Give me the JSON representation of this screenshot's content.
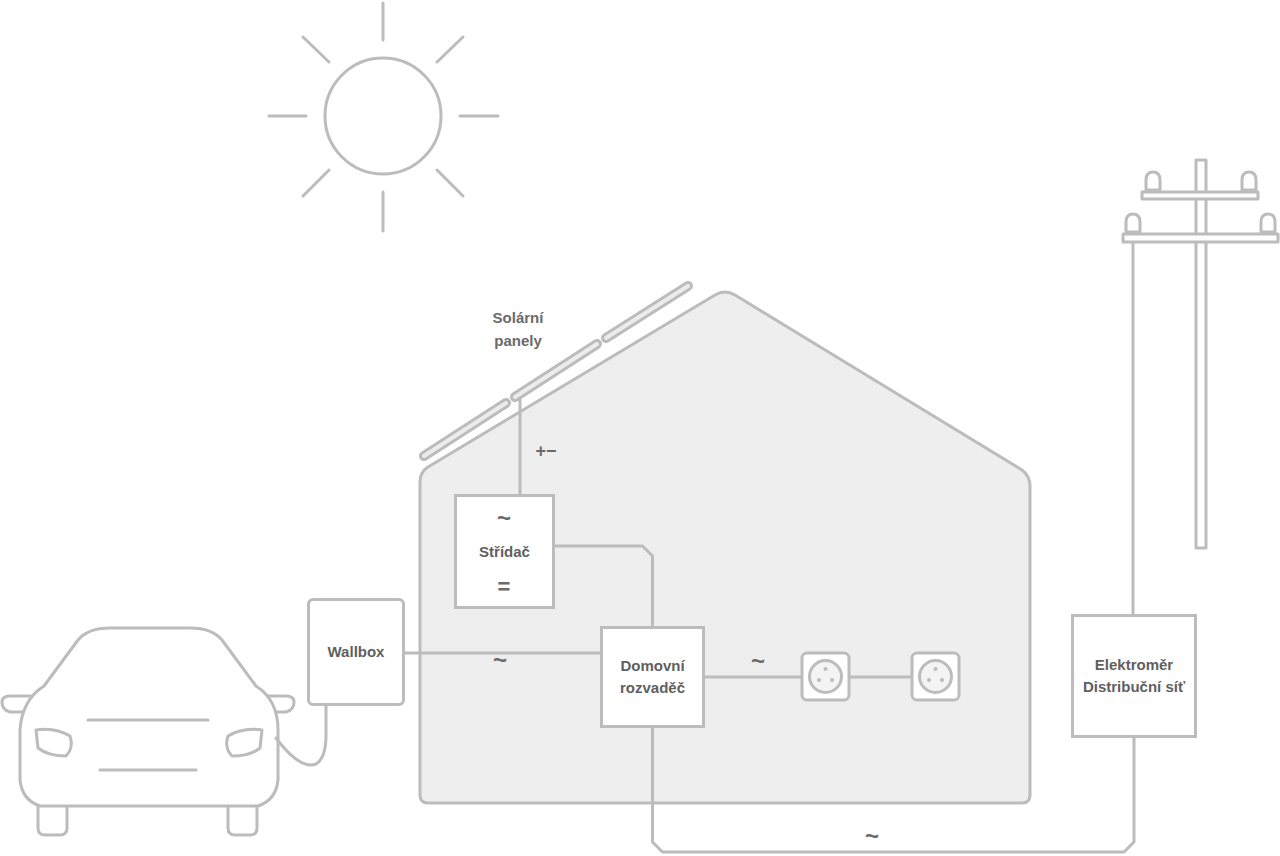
{
  "diagram": {
    "nodes": [
      {
        "text": [
          "Střídač"
        ]
      },
      {
        "text": [
          "Wallbox"
        ]
      },
      {
        "text": [
          "Domovní rozvaděč"
        ]
      },
      {
        "text": [
          "Elektroměr Distribuční síť"
        ]
      }
    ],
    "edges": [
      {
        "from": 0,
        "to": 2,
        "arrow": "none"
      },
      {
        "from": 1,
        "to": 2,
        "arrow": "none",
        "label": "~"
      },
      {
        "from": 2,
        "to": 3,
        "arrow": "none",
        "label": "~"
      }
    ],
    "labels": [
      "Solární panely",
      "+−",
      "~",
      "=",
      "~"
    ]
  }
}
